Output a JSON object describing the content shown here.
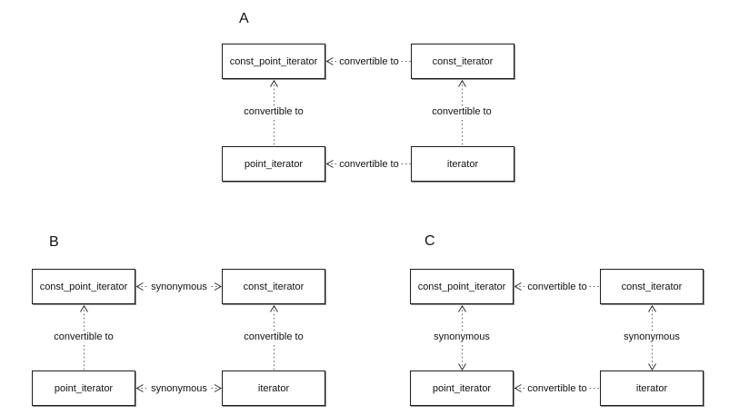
{
  "colors": {
    "background": "#ffffff",
    "box_border": "#1c1c1c",
    "box_shadow": "#8c8c8c",
    "line": "#5a5a5a",
    "arrowhead": "#2a2a2a",
    "text": "#111111"
  },
  "diagrams": [
    {
      "label": "A",
      "boxes": [
        {
          "label": "const_point_iterator"
        },
        {
          "label": "const_iterator"
        },
        {
          "label": "point_iterator"
        },
        {
          "label": "iterator"
        }
      ],
      "connectors": {
        "top": {
          "label": "convertible to",
          "from": "const_iterator",
          "to": "const_point_iterator",
          "arrows": "single"
        },
        "bottom": {
          "label": "convertible to",
          "from": "iterator",
          "to": "point_iterator",
          "arrows": "single"
        },
        "left": {
          "label": "convertible to",
          "from": "point_iterator",
          "to": "const_point_iterator",
          "arrows": "single"
        },
        "right": {
          "label": "convertible to",
          "from": "iterator",
          "to": "const_iterator",
          "arrows": "single"
        }
      }
    },
    {
      "label": "B",
      "boxes": [
        {
          "label": "const_point_iterator"
        },
        {
          "label": "const_iterator"
        },
        {
          "label": "point_iterator"
        },
        {
          "label": "iterator"
        }
      ],
      "connectors": {
        "top": {
          "label": "synonymous",
          "from": "const_point_iterator",
          "to": "const_iterator",
          "arrows": "double"
        },
        "bottom": {
          "label": "synonymous",
          "from": "point_iterator",
          "to": "iterator",
          "arrows": "double"
        },
        "left": {
          "label": "convertible to",
          "from": "point_iterator",
          "to": "const_point_iterator",
          "arrows": "single"
        },
        "right": {
          "label": "convertible to",
          "from": "iterator",
          "to": "const_iterator",
          "arrows": "single"
        }
      }
    },
    {
      "label": "C",
      "boxes": [
        {
          "label": "const_point_iterator"
        },
        {
          "label": "const_iterator"
        },
        {
          "label": "point_iterator"
        },
        {
          "label": "iterator"
        }
      ],
      "connectors": {
        "top": {
          "label": "convertible to",
          "from": "const_iterator",
          "to": "const_point_iterator",
          "arrows": "single"
        },
        "bottom": {
          "label": "convertible to",
          "from": "iterator",
          "to": "point_iterator",
          "arrows": "single"
        },
        "left": {
          "label": "synonymous",
          "from": "point_iterator",
          "to": "const_point_iterator",
          "arrows": "double"
        },
        "right": {
          "label": "synonymous",
          "from": "iterator",
          "to": "const_iterator",
          "arrows": "double"
        }
      }
    }
  ]
}
